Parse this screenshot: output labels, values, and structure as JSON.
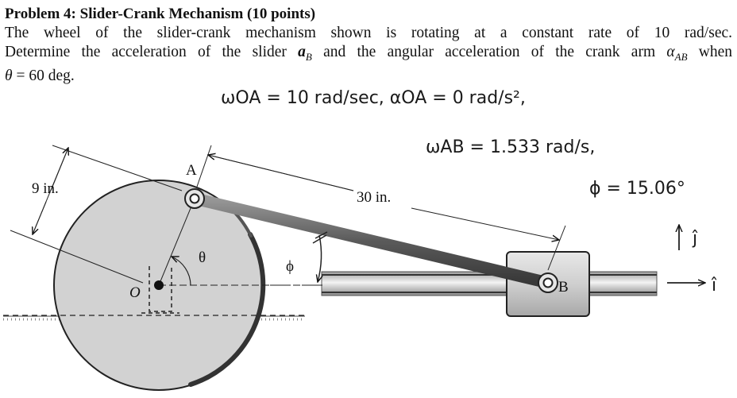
{
  "problem": {
    "title": "Problem 4:  Slider-Crank Mechanism (10 points)",
    "line1": "The wheel of the slider-crank mechanism shown is rotating at a constant rate of 10 rad/sec.",
    "line2_a": "Determine the acceleration of the slider ",
    "var_a": "a",
    "sub_B": "B",
    "line2_b": " and the angular acceleration of the crank arm ",
    "var_alpha": "α",
    "sub_AB": "AB",
    "line2_c": " when",
    "theta_sym": "θ",
    "line3": " = 60 deg."
  },
  "diagram": {
    "label_radius": "9 in.",
    "label_rod": "30 in.",
    "label_A": "A",
    "label_B": "B",
    "label_O": "O",
    "label_theta": "θ",
    "label_phi": "ϕ"
  },
  "handwritten": {
    "omega_oa": "ωOA = 10 rad/sec, αOA = 0 rad/s²,",
    "omega_ab": "ωAB = 1.533 rad/s,",
    "phi": "ϕ = 15.06°",
    "j_hat": "ĵ",
    "i_hat": "î"
  },
  "colors": {
    "wheel": "#c9c9c9",
    "rod": "#6e6e6e",
    "slider": "#cfcfcf",
    "ink": "#111111"
  }
}
